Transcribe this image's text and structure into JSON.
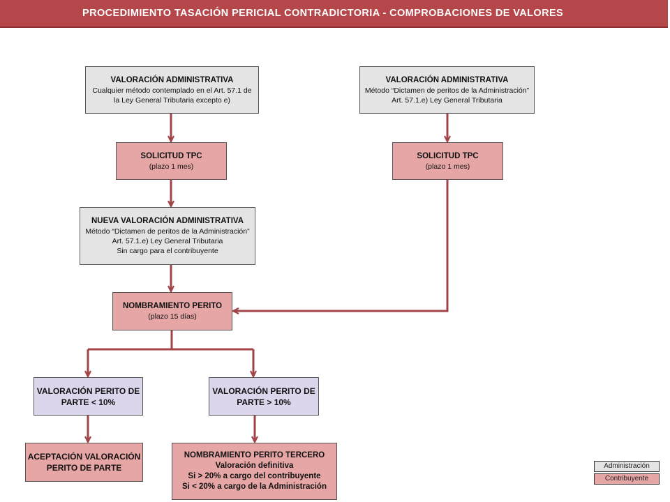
{
  "header": {
    "title": "PROCEDIMIENTO TASACIÓN PERICIAL CONTRADICTORIA - COMPROBACIONES DE VALORES"
  },
  "boxes": {
    "val_admin_left": {
      "title": "VALORACIÓN ADMINISTRATIVA",
      "line1": "Cualquier método contemplado en el  Art. 57.1 de",
      "line2": "la Ley General Tributaria excepto e)"
    },
    "val_admin_right": {
      "title": "VALORACIÓN ADMINISTRATIVA",
      "line1": "Método “Dictamen de peritos de la Administración”",
      "line2": "Art. 57.1.e) Ley General Tributaria"
    },
    "solicitud_left": {
      "title": "SOLICITUD TPC",
      "line1": "(plazo 1 mes)"
    },
    "solicitud_right": {
      "title": "SOLICITUD TPC",
      "line1": "(plazo 1 mes)"
    },
    "nueva_val": {
      "title": "NUEVA VALORACIÓN ADMINISTRATIVA",
      "line1": "Método “Dictamen de peritos de la Administración”",
      "line2": "Art. 57.1.e) Ley General Tributaria",
      "line3": "Sin cargo para el contribuyente"
    },
    "nombramiento": {
      "title": "NOMBRAMIENTO PERITO",
      "line1": "(plazo 15 días)"
    },
    "val_lt10": {
      "line1": "VALORACIÓN PERITO DE",
      "line2": "PARTE < 10%"
    },
    "val_gt10": {
      "line1": "VALORACIÓN PERITO DE",
      "line2": "PARTE > 10%"
    },
    "aceptacion": {
      "line1": "ACEPTACIÓN VALORACIÓN",
      "line2": "PERITO DE PARTE"
    },
    "tercero": {
      "title": "NOMBRAMIENTO PERITO TERCERO",
      "line1": "Valoración definitiva",
      "line2": "Si > 20% a cargo del contribuyente",
      "line3": "Si < 20% a cargo de la Administración"
    }
  },
  "legend": {
    "admin": "Administración",
    "contrib": "Contribuyente"
  },
  "colors": {
    "header": "#b5474a",
    "arrow": "#a24447",
    "administracion": "#e4e4e4",
    "contribuyente": "#e6a6a6",
    "perito": "#dcd6ec"
  }
}
